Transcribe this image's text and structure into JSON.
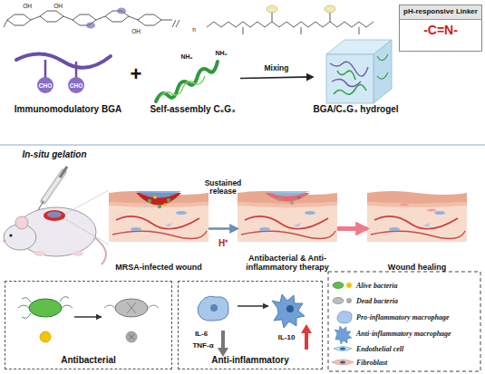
{
  "diagram": {
    "nodes": [
      {
        "text": [
          "Immunomodulatory BGA"
        ]
      },
      {
        "text": [
          "Self-assembly C₆G₃"
        ]
      },
      {
        "text": [
          "BGA/C₆G₃ hydrogel"
        ]
      },
      {
        "text": [
          "pH-responsive Linker",
          "-C=N-"
        ]
      },
      {
        "text": [
          "MRSA-infected wound"
        ]
      },
      {
        "text": [
          "Antibacterial & Anti-inflammatory therapy"
        ]
      },
      {
        "text": [
          "Wound healing"
        ]
      },
      {
        "text": [
          "Antibacterial"
        ]
      },
      {
        "text": [
          "Anti-inflammatory"
        ]
      }
    ],
    "edges": [
      {
        "from": 1,
        "to": 2,
        "arrow": "to",
        "label": "Mixing"
      },
      {
        "from": 2,
        "to": 3,
        "arrow": "none"
      },
      {
        "from": 4,
        "to": 5,
        "arrow": "to",
        "label": "Sustained release"
      },
      {
        "from": 5,
        "to": 6,
        "arrow": "to"
      }
    ],
    "labels": [
      "OH",
      "OH",
      "OH",
      "n",
      "+",
      "CHO",
      "CHO",
      "NH₂",
      "NH₂",
      "In-situ gelation",
      "H⁺",
      "IL-6",
      "TNF-α",
      "IL-10"
    ],
    "legend": [
      {
        "text": "Alive bacteria"
      },
      {
        "text": "Dead bacteria"
      },
      {
        "text": "Pro-inflammatory macrophage"
      },
      {
        "text": "Anti-inflammatory macrophage"
      },
      {
        "text": "Endothelial cell"
      },
      {
        "text": "Fibroblast"
      }
    ]
  }
}
